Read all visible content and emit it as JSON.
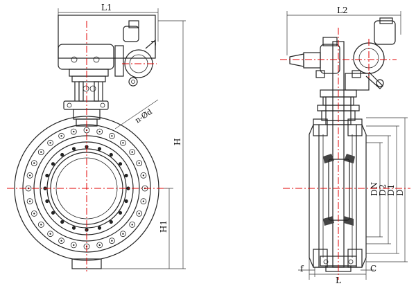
{
  "labels": {
    "L1": "L1",
    "L2": "L2",
    "H": "H",
    "H1": "H1",
    "n_d": "n-Ød",
    "DN": "DN",
    "D2": "D2",
    "D1": "D1",
    "D": "D",
    "f": "f",
    "L": "L",
    "C": "C"
  },
  "colors": {
    "line": "#222222",
    "centerline": "#e00000",
    "background": "#ffffff"
  }
}
